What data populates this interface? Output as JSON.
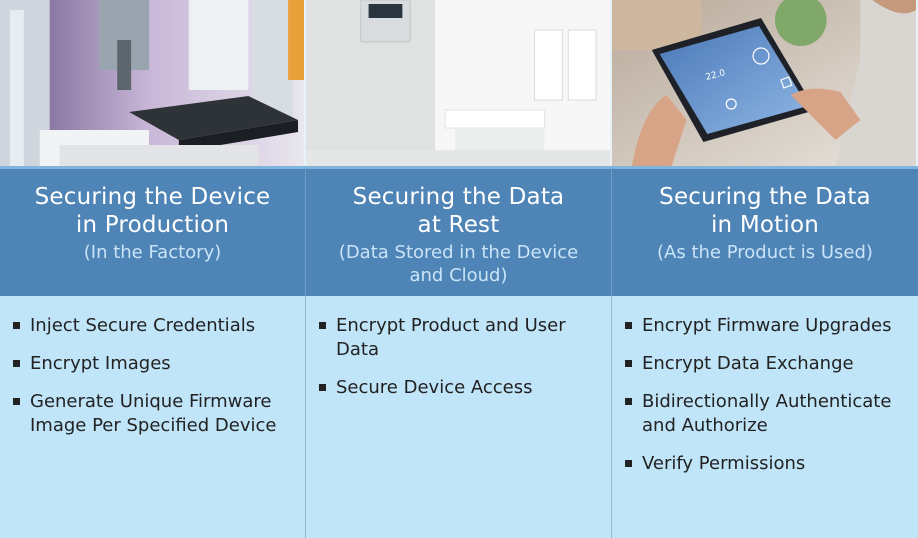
{
  "columns": [
    {
      "title": "Securing the Device\nin Production",
      "subtitle": "(In the Factory)",
      "items": [
        "Inject Secure Credentials",
        "Encrypt Images",
        "Generate Unique Firmware Image Per Specified Device"
      ]
    },
    {
      "title": "Securing the Data\nat Rest",
      "subtitle": "(Data Stored in the Device\nand Cloud)",
      "items": [
        "Encrypt Product and User Data",
        "Secure Device Access"
      ]
    },
    {
      "title": "Securing the Data\nin Motion",
      "subtitle": "(As the Product is Used)",
      "items": [
        "Encrypt Firmware Upgrades",
        "Encrypt Data Exchange",
        "Bidirectionally Authenticate and Authorize",
        "Verify Permissions"
      ]
    }
  ],
  "tablet_screen_text": "22.0"
}
